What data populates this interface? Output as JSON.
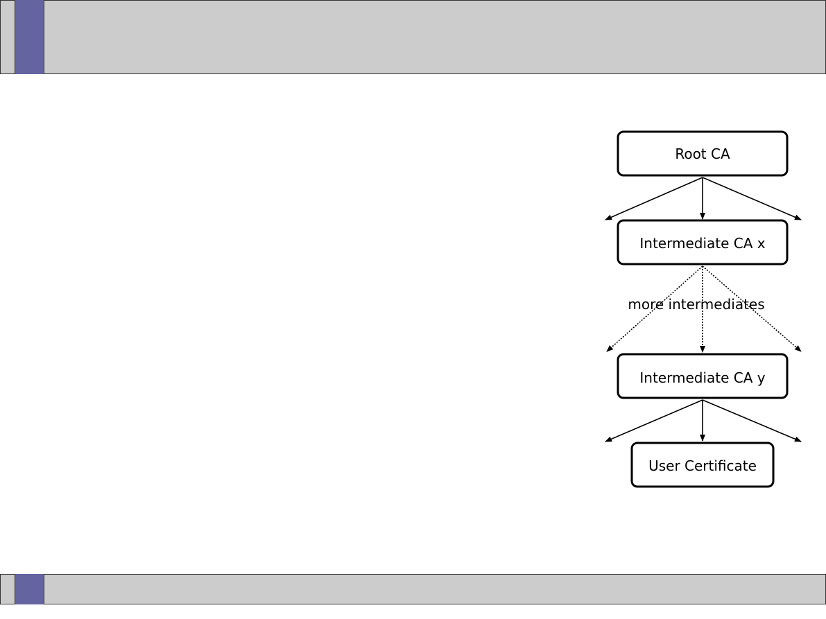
{
  "colors": {
    "bar_fill": "#cccccc",
    "accent": "#6464a0",
    "border": "#333333"
  },
  "diagram": {
    "nodes": {
      "root": "Root CA",
      "intermediate_x": "Intermediate CA x",
      "intermediate_y": "Intermediate CA y",
      "user": "User Certificate"
    },
    "annotation": "more intermediates"
  }
}
